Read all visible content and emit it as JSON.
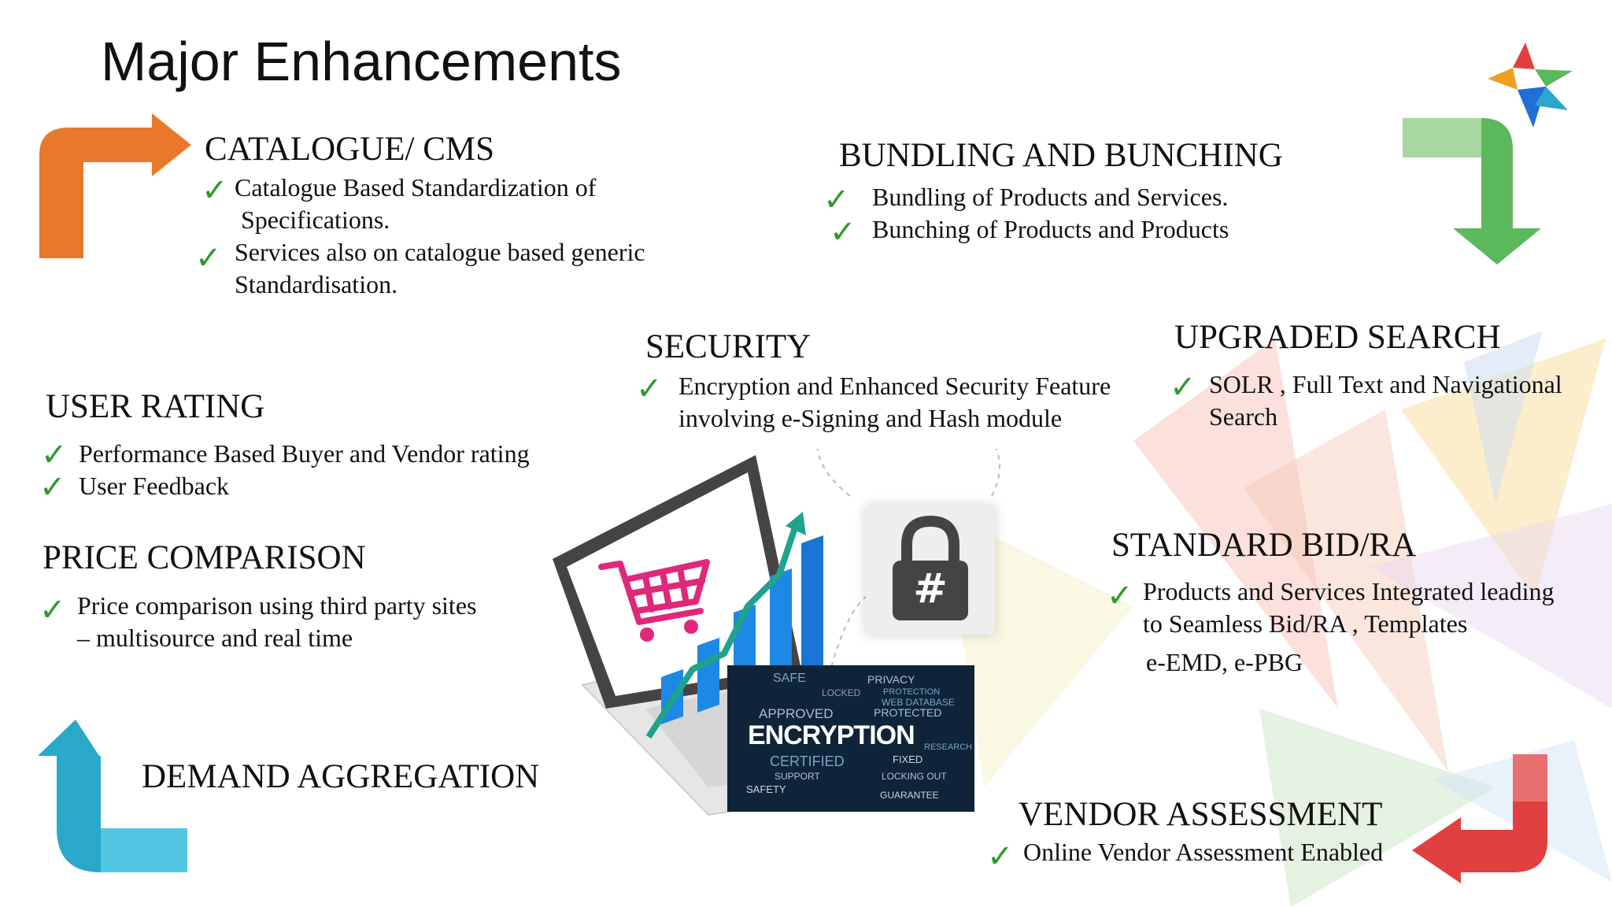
{
  "title": "Major Enhancements",
  "check_icon": "✓",
  "colors": {
    "check": "#2e9a2e",
    "orange": "#e8782a",
    "green": "#5cb85c",
    "teal": "#2aa7c9",
    "red": "#e04040",
    "magenta": "#e0287a",
    "blue": "#1e88e5"
  },
  "sections": {
    "catalogue": {
      "heading": "CATALOGUE/ CMS",
      "items": [
        "Catalogue Based Standardization of",
        "Specifications.",
        "Services also on catalogue based generic",
        "Standardisation."
      ]
    },
    "bundling": {
      "heading": "BUNDLING AND BUNCHING",
      "items": [
        "Bundling of Products and Services.",
        "Bunching of Products and Products"
      ]
    },
    "security": {
      "heading": "SECURITY",
      "items": [
        "Encryption and Enhanced Security Feature",
        "involving e-Signing and Hash module"
      ]
    },
    "search": {
      "heading": "UPGRADED SEARCH",
      "items": [
        "SOLR ,  Full Text and Navigational",
        "Search"
      ]
    },
    "rating": {
      "heading": "USER RATING",
      "items": [
        "Performance Based Buyer and Vendor rating",
        "User Feedback"
      ]
    },
    "price": {
      "heading": "PRICE COMPARISON",
      "items": [
        "Price comparison using third party sites",
        "– multisource and real time"
      ]
    },
    "bid": {
      "heading": "STANDARD BID/RA",
      "items": [
        "Products and Services Integrated leading",
        "to Seamless Bid/RA ,  Templates",
        "e-EMD, e-PBG"
      ]
    },
    "demand": {
      "heading": "DEMAND AGGREGATION"
    },
    "vendor": {
      "heading": "VENDOR ASSESSMENT",
      "items": [
        "Online Vendor Assessment Enabled"
      ]
    }
  },
  "graphic": {
    "lock_symbol": "#",
    "word_cloud": {
      "main": "ENCRYPTION",
      "words": [
        "SAFE",
        "PRIVACY",
        "APPROVED",
        "CERTIFIED",
        "LOCKED",
        "FIXED",
        "SUPPORT",
        "SAFETY",
        "PROTECTED",
        "GUARANTEE",
        "LOCKING OUT",
        "RESEARCH",
        "PROTECTION",
        "WEB DATABASE"
      ]
    }
  }
}
